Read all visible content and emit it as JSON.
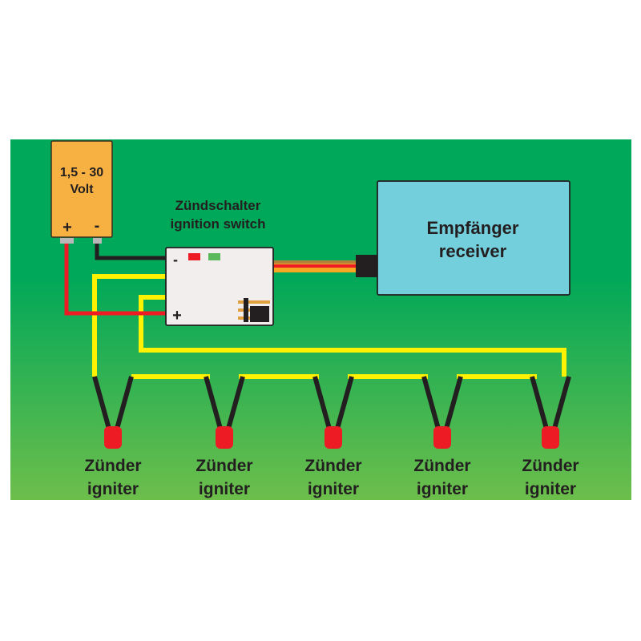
{
  "diagram": {
    "title": "Ignition switch wiring diagram",
    "colors": {
      "background_top": "#00a859",
      "background_bottom": "#6dbe4b",
      "battery_fill": "#f7b142",
      "switch_fill": "#f3eeee",
      "receiver_fill": "#74cfdc",
      "wire_yellow": "#fff200",
      "wire_red": "#ed1c24",
      "wire_black": "#231f20",
      "wire_orange": "#f7a823",
      "led_red": "#ed1c24",
      "led_green": "#5cb85c",
      "igniter_head": "#ed1c24"
    },
    "battery": {
      "line1": "1,5 - 30",
      "line2": "Volt",
      "plus_label": "+",
      "minus_label": "-"
    },
    "switch": {
      "label_de": "Zündschalter",
      "label_en": "ignition switch",
      "minus_label": "-",
      "plus_label": "+"
    },
    "receiver": {
      "label_de": "Empfänger",
      "label_en": "receiver"
    },
    "igniters": [
      {
        "label_de": "Zünder",
        "label_en": "igniter"
      },
      {
        "label_de": "Zünder",
        "label_en": "igniter"
      },
      {
        "label_de": "Zünder",
        "label_en": "igniter"
      },
      {
        "label_de": "Zünder",
        "label_en": "igniter"
      },
      {
        "label_de": "Zünder",
        "label_en": "igniter"
      }
    ]
  }
}
